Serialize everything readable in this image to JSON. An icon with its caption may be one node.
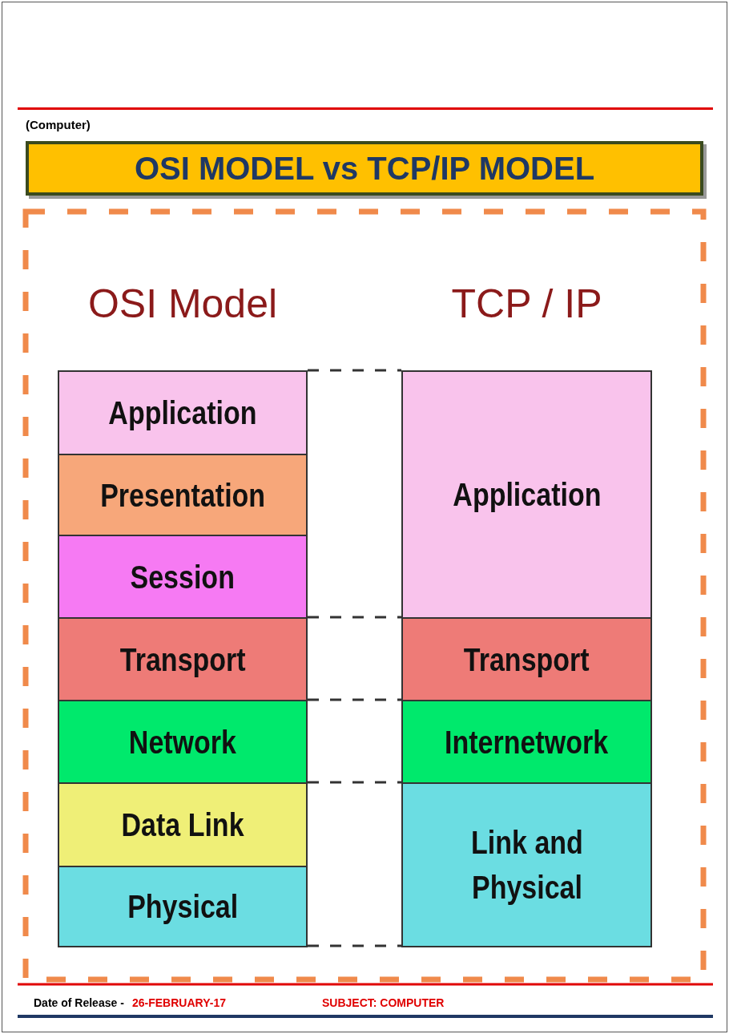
{
  "diagram": {
    "title": "OSI MODEL vs TCP/IP MODEL",
    "nodes": [
      {
        "text": [
          "OSI Model"
        ]
      },
      {
        "text": [
          "Application"
        ],
        "in": 0
      },
      {
        "text": [
          "Presentation"
        ],
        "in": 0
      },
      {
        "text": [
          "Session"
        ],
        "in": 0
      },
      {
        "text": [
          "Transport"
        ],
        "in": 0
      },
      {
        "text": [
          "Network"
        ],
        "in": 0
      },
      {
        "text": [
          "Data Link"
        ],
        "in": 0
      },
      {
        "text": [
          "Physical"
        ],
        "in": 0
      },
      {
        "text": [
          "TCP / IP"
        ]
      },
      {
        "text": [
          "Application"
        ],
        "in": 8
      },
      {
        "text": [
          "Transport"
        ],
        "in": 8
      },
      {
        "text": [
          "Internetwork"
        ],
        "in": 8
      },
      {
        "text": [
          "Link and Physical"
        ],
        "in": 8
      }
    ],
    "edges": [
      {
        "from": 0,
        "to": 8,
        "arrow": "none",
        "style": "dashed"
      },
      {
        "from": 0,
        "to": 8,
        "arrow": "none",
        "style": "dashed"
      },
      {
        "from": 0,
        "to": 8,
        "arrow": "none",
        "style": "dashed"
      },
      {
        "from": 0,
        "to": 8,
        "arrow": "none",
        "style": "dashed"
      },
      {
        "from": 0,
        "to": 8,
        "arrow": "none",
        "style": "dashed"
      }
    ],
    "labels": [
      "(Computer)",
      "Date of Release -",
      "26-FEBRUARY-17",
      "SUBJECT: COMPUTER"
    ]
  }
}
